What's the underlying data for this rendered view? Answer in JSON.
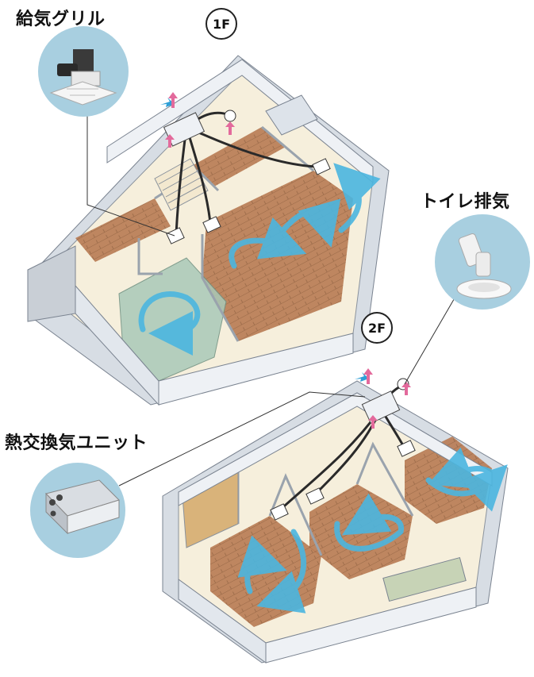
{
  "labels": {
    "supply_grille": "給気グリル",
    "toilet_exhaust": "トイレ排気",
    "heat_exchange_unit": "熱交換気ユニット"
  },
  "floors": {
    "first": "1F",
    "second": "2F"
  },
  "colors": {
    "callout_circle": "#a8cfe0",
    "airflow": "#4bb6e0",
    "wood_floor": "#b87a52",
    "wall": "#eef1f5",
    "tatami": "#a9c9b8",
    "pink_arrow": "#e36a9c",
    "blue_arrow": "#2f9fd6"
  },
  "icons": [
    "supply-grille-photo",
    "toilet-exhaust-photo",
    "heat-exchange-unit-photo",
    "airflow-arrow-icon"
  ]
}
